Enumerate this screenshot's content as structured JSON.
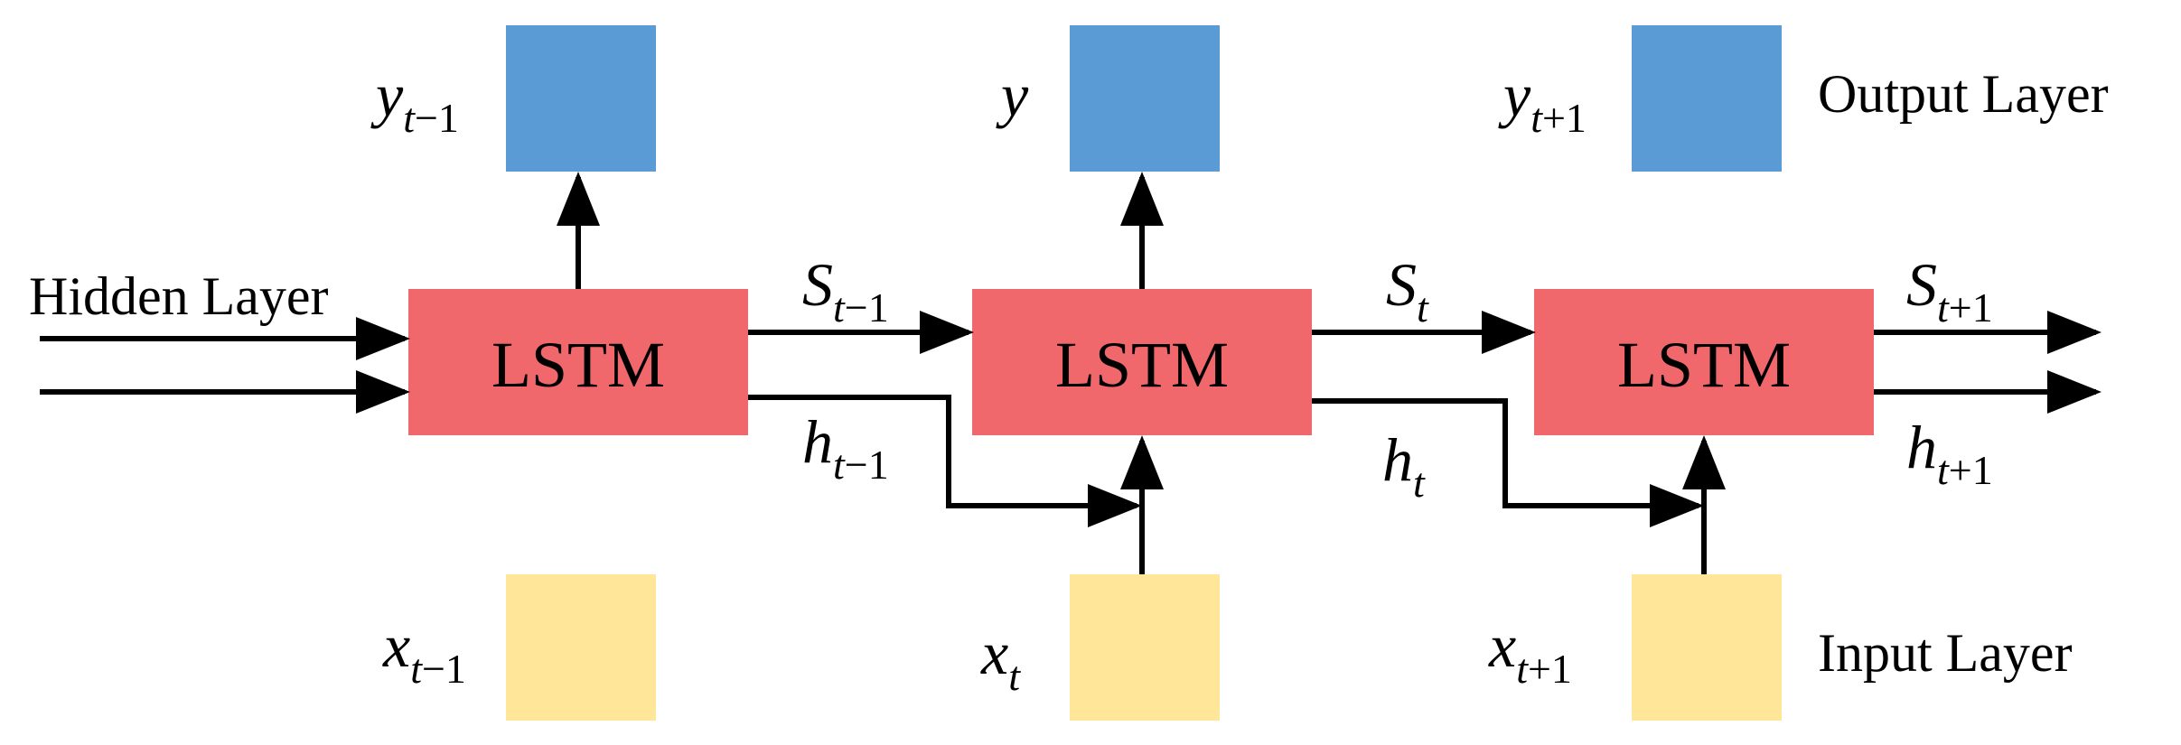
{
  "colors": {
    "output_node": "#5B9BD5",
    "input_node": "#FFE699",
    "cell": "#F0686B",
    "wire": "#000000"
  },
  "layers": {
    "hidden": "Hidden Layer",
    "output": "Output Layer",
    "input": "Input Layer"
  },
  "cells": [
    {
      "label": "LSTM"
    },
    {
      "label": "LSTM"
    },
    {
      "label": "LSTM"
    }
  ],
  "outputs": [
    {
      "base": "y",
      "sub": "t",
      "op": "−",
      "n": "1"
    },
    {
      "base": "y",
      "sub": "",
      "op": "",
      "n": ""
    },
    {
      "base": "y",
      "sub": "t",
      "op": "+",
      "n": "1"
    }
  ],
  "inputs": [
    {
      "base": "x",
      "sub": "t",
      "op": "−",
      "n": "1"
    },
    {
      "base": "x",
      "sub": "t",
      "op": "",
      "n": ""
    },
    {
      "base": "x",
      "sub": "t",
      "op": "+",
      "n": "1"
    }
  ],
  "states": [
    {
      "base": "S",
      "sub": "t",
      "op": "−",
      "n": "1"
    },
    {
      "base": "S",
      "sub": "t",
      "op": "",
      "n": ""
    },
    {
      "base": "S",
      "sub": "t",
      "op": "+",
      "n": "1"
    }
  ],
  "hiddens": [
    {
      "base": "h",
      "sub": "t",
      "op": "−",
      "n": "1"
    },
    {
      "base": "h",
      "sub": "t",
      "op": "",
      "n": ""
    },
    {
      "base": "h",
      "sub": "t",
      "op": "+",
      "n": "1"
    }
  ]
}
